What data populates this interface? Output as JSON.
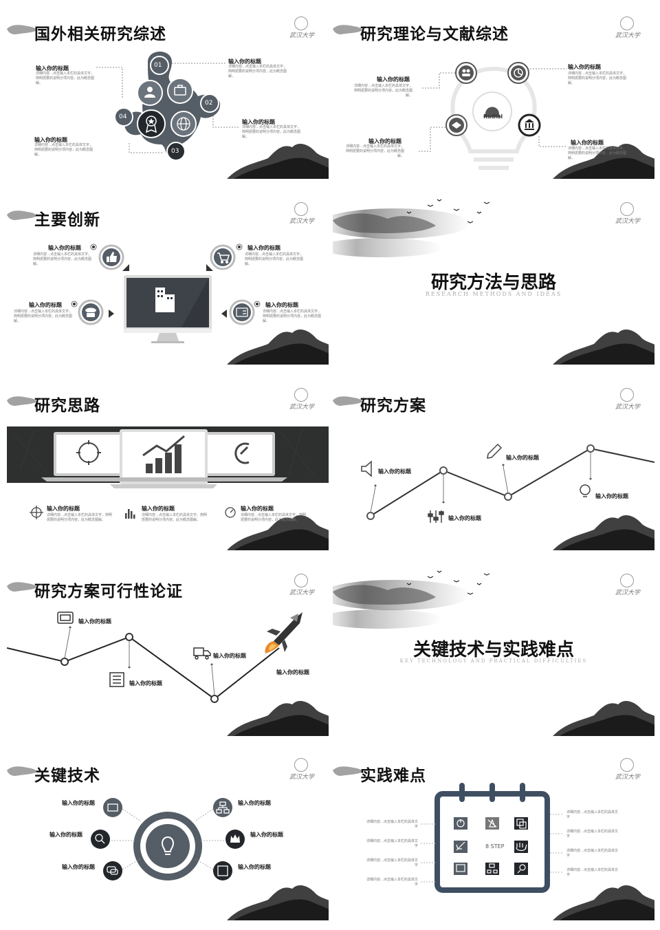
{
  "seal_text": "武汉大学",
  "slides": {
    "s1": {
      "title": "国外相关研究综述",
      "nums": [
        "01",
        "02",
        "03",
        "04"
      ],
      "items": [
        {
          "label": "输入你的标题",
          "desc": "详细内容…点击输入本栏的具体文字，简明扼要的说明分项内容，此为概念图解。"
        },
        {
          "label": "输入你的标题",
          "desc": "详细内容…点击输入本栏的具体文字，简明扼要的说明分项内容，此为概念图解。"
        },
        {
          "label": "输入你的标题",
          "desc": "详细内容…点击输入本栏的具体文字，简明扼要的说明分项内容，此为概念图解。"
        },
        {
          "label": "输入你的标题",
          "desc": "详细内容…点击输入本栏的具体文字，简明扼要的说明分项内容，此为概念图解。"
        }
      ]
    },
    "s2": {
      "title": "研究理论与文献综述",
      "center": "Radial",
      "items": [
        {
          "label": "输入你的标题",
          "desc": "详细内容…点击输入本栏的具体文字，简明扼要的说明分项内容，此为概念图解。"
        },
        {
          "label": "输入你的标题",
          "desc": "详细内容…点击输入本栏的具体文字，简明扼要的说明分项内容，此为概念图解。"
        },
        {
          "label": "输入你的标题",
          "desc": "详细内容…点击输入本栏的具体文字，简明扼要的说明分项内容，此为概念图解。"
        },
        {
          "label": "输入你的标题",
          "desc": "详细内容…点击输入本栏的具体文字，简明扼要的说明分项内容，此为概念图解。"
        }
      ]
    },
    "s3": {
      "title": "主要创新",
      "items": [
        {
          "label": "输入你的标题",
          "desc": "详细内容…点击输入本栏的具体文字，简明扼要的说明分项内容，此为概念图解。"
        },
        {
          "label": "输入你的标题",
          "desc": "详细内容…点击输入本栏的具体文字，简明扼要的说明分项内容，此为概念图解。"
        },
        {
          "label": "输入你的标题",
          "desc": "详细内容…点击输入本栏的具体文字，简明扼要的说明分项内容，此为概念图解。"
        },
        {
          "label": "输入你的标题",
          "desc": "详细内容…点击输入本栏的具体文字，简明扼要的说明分项内容，此为概念图解。"
        }
      ]
    },
    "s4": {
      "title": "研究方法与思路",
      "subtitle": "RESEARCH METHODS AND IDEAS"
    },
    "s5": {
      "title": "研究思路",
      "items": [
        {
          "label": "输入你的标题",
          "desc": "详细内容…点击输入本栏的具体文字，简明扼要的说明分项内容，此为概念图解。"
        },
        {
          "label": "输入你的标题",
          "desc": "详细内容…点击输入本栏的具体文字，简明扼要的说明分项内容，此为概念图解。"
        },
        {
          "label": "输入你的标题",
          "desc": "详细内容…点击输入本栏的具体文字，简明扼要的说明分项内容，此为概念图解。"
        }
      ]
    },
    "s6": {
      "title": "研究方案",
      "labels": [
        "输入你的标题",
        "输入你的标题",
        "输入你的标题",
        "输入你的标题"
      ]
    },
    "s7": {
      "title": "研究方案可行性论证",
      "labels": [
        "输入你的标题",
        "输入你的标题",
        "输入你的标题",
        "输入你的标题"
      ]
    },
    "s8": {
      "title": "关键技术与实践难点",
      "subtitle": "KEY TECHNOLOGY AND PRACTICAL DIFFICULTIES"
    },
    "s9": {
      "title": "关键技术",
      "labels": [
        "输入你的标题",
        "输入你的标题",
        "输入你的标题",
        "输入你的标题",
        "输入你的标题",
        "输入你的标题"
      ]
    },
    "s10": {
      "title": "实践难点",
      "step": "8 STEP",
      "left": [
        "详细内容…点击输入本栏的具体文字",
        "详细内容…点击输入本栏的具体文字",
        "详细内容…点击输入本栏的具体文字",
        "详细内容…点击输入本栏的具体文字"
      ],
      "right": [
        "详细内容…点击输入本栏的具体文字",
        "详细内容…点击输入本栏的具体文字",
        "详细内容…点击输入本栏的具体文字",
        "详细内容…点击输入本栏的具体文字"
      ]
    }
  }
}
